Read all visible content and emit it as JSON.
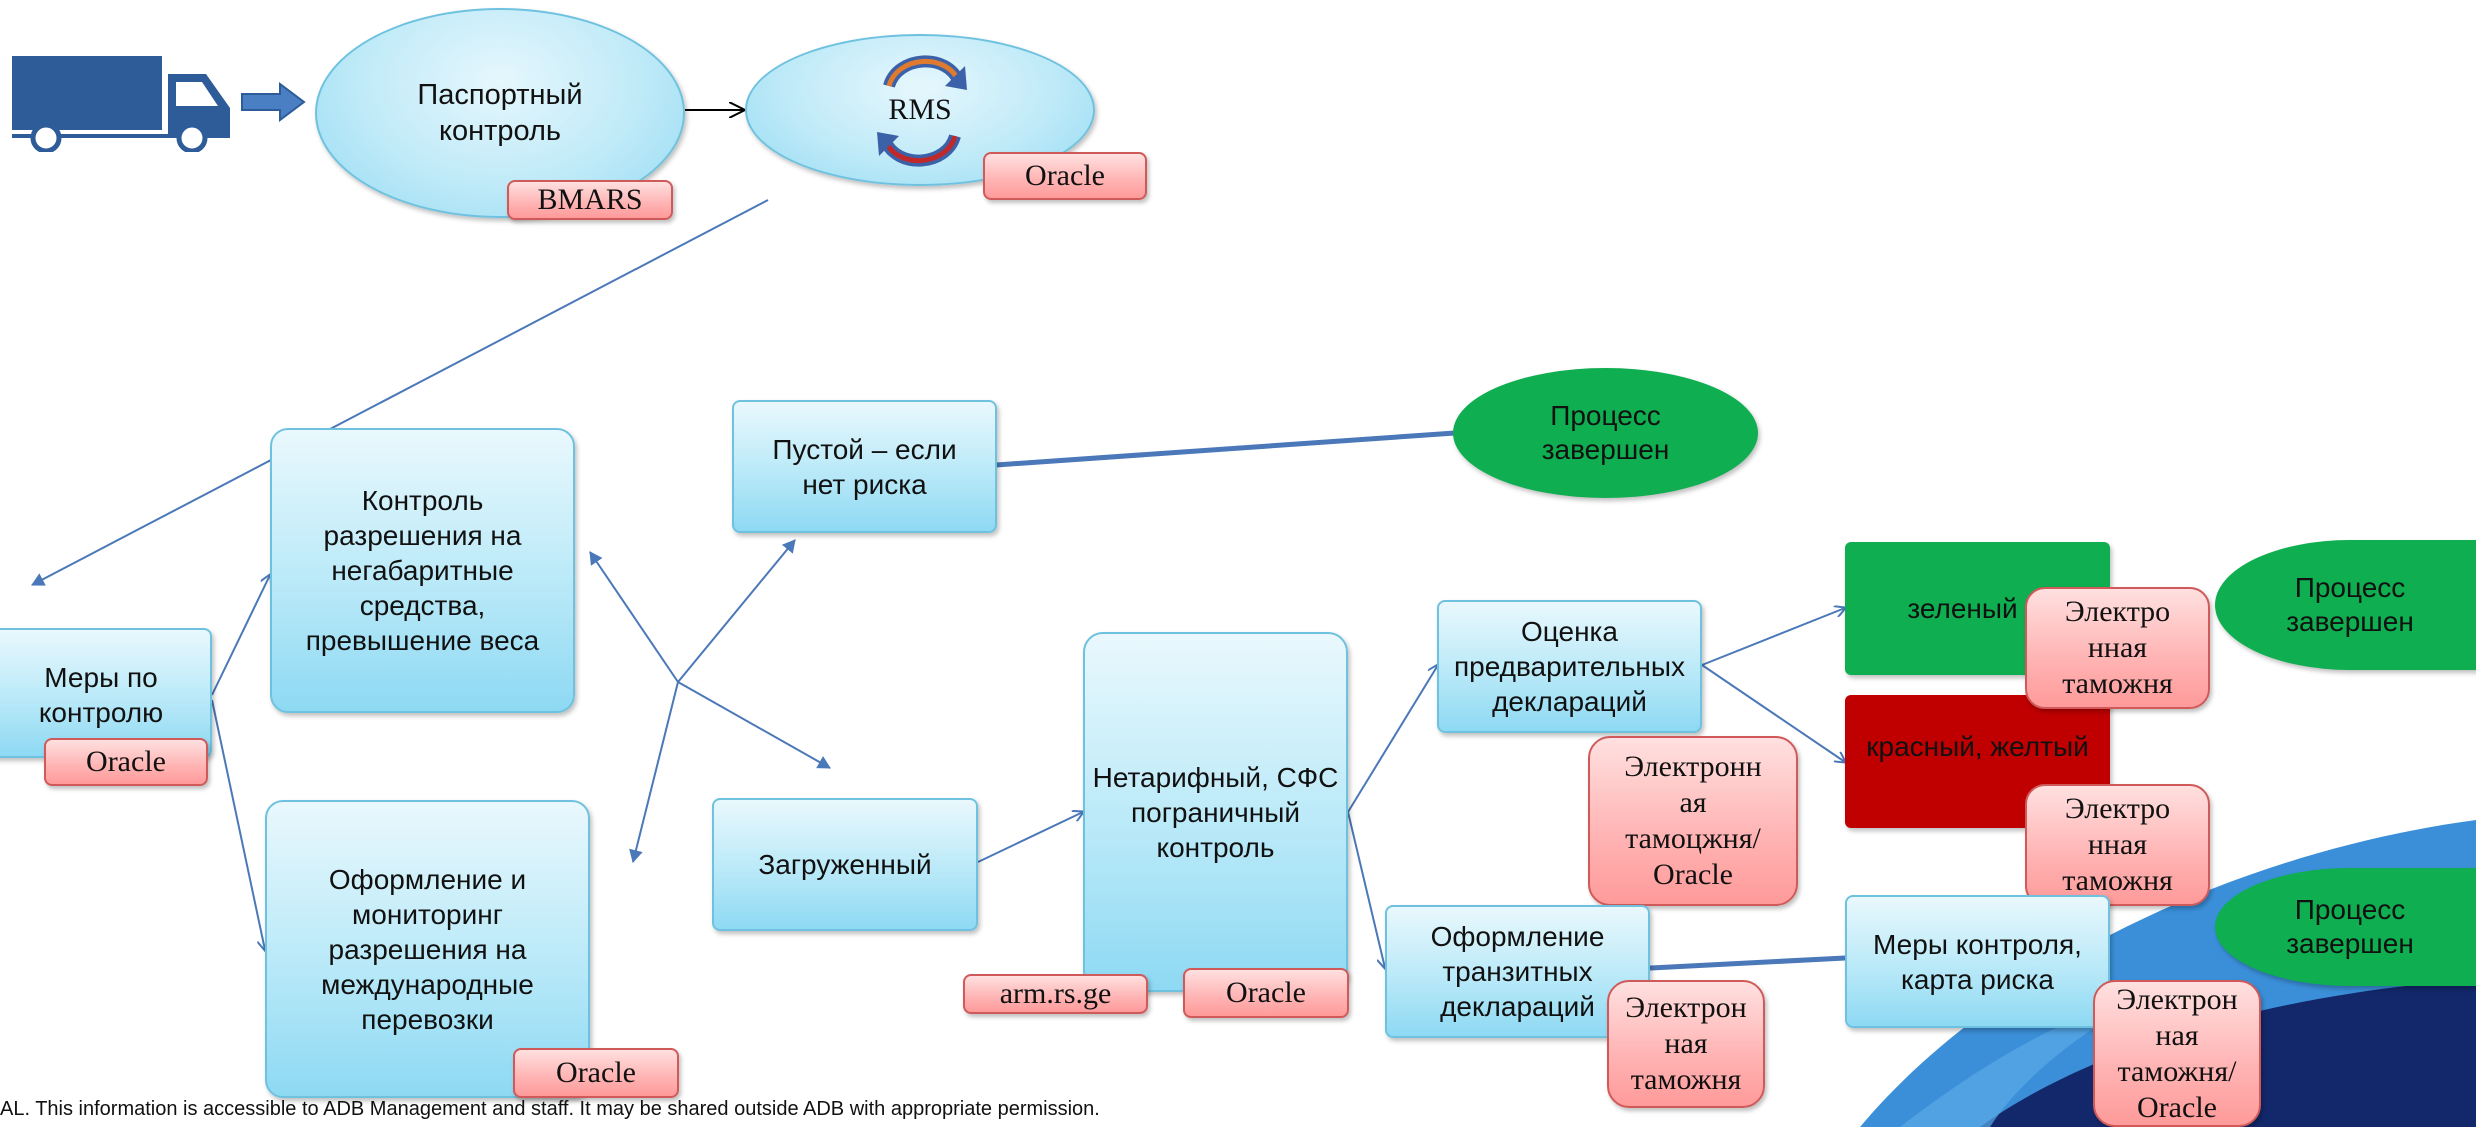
{
  "nodes": {
    "passport": "Паспортный контроль",
    "rms": "RMS",
    "control_measures": "Меры по контролю",
    "oversize": "Контроль разрешения на негабаритные средства, превышение веса",
    "intl_transport": "Оформление и мониторинг разрешения на международные перевозки",
    "empty": "Пустой – если нет риска",
    "loaded": "Загруженный",
    "nontariff": "Нетарифный, СФС пограничный контроль",
    "prelim": "Оценка предварительных деклараций",
    "transit": "Оформление транзитных деклараций",
    "green": "зеленый",
    "red_yellow": "красный, желтый",
    "measures_risk": "Меры контроля, карта риска",
    "done1": "Процесс завершен",
    "done2": "Процесс завершен",
    "done3": "Процесс завершен"
  },
  "tags": {
    "bmars": "BMARS",
    "oracle_rms": "Oracle",
    "oracle_measures": "Oracle",
    "oracle_intl": "Oracle",
    "armrs": "arm.rs.ge",
    "oracle_nontariff": "Oracle",
    "e_customs_oracle_1": "Электронн ая тамоцжня/ Oracle",
    "e_customs_green": "Электро нная таможня",
    "e_customs_red": "Электро нная таможня",
    "e_customs_transit": "Электрон ная таможня",
    "e_customs_oracle_2": "Электрон ная таможня/ Oracle"
  },
  "footer": "AL. This information is accessible to ADB Management and staff. It may be shared outside ADB with appropriate permission.",
  "colors": {
    "line": "#4a78b8",
    "truck": "#2e5c99",
    "green": "#0fae50",
    "red": "#c00000",
    "bg_blue": "#1e73c9",
    "bg_navy": "#13286b"
  },
  "icons": [
    "truck-icon",
    "arrow-right-icon",
    "cycle-arrows-icon"
  ]
}
